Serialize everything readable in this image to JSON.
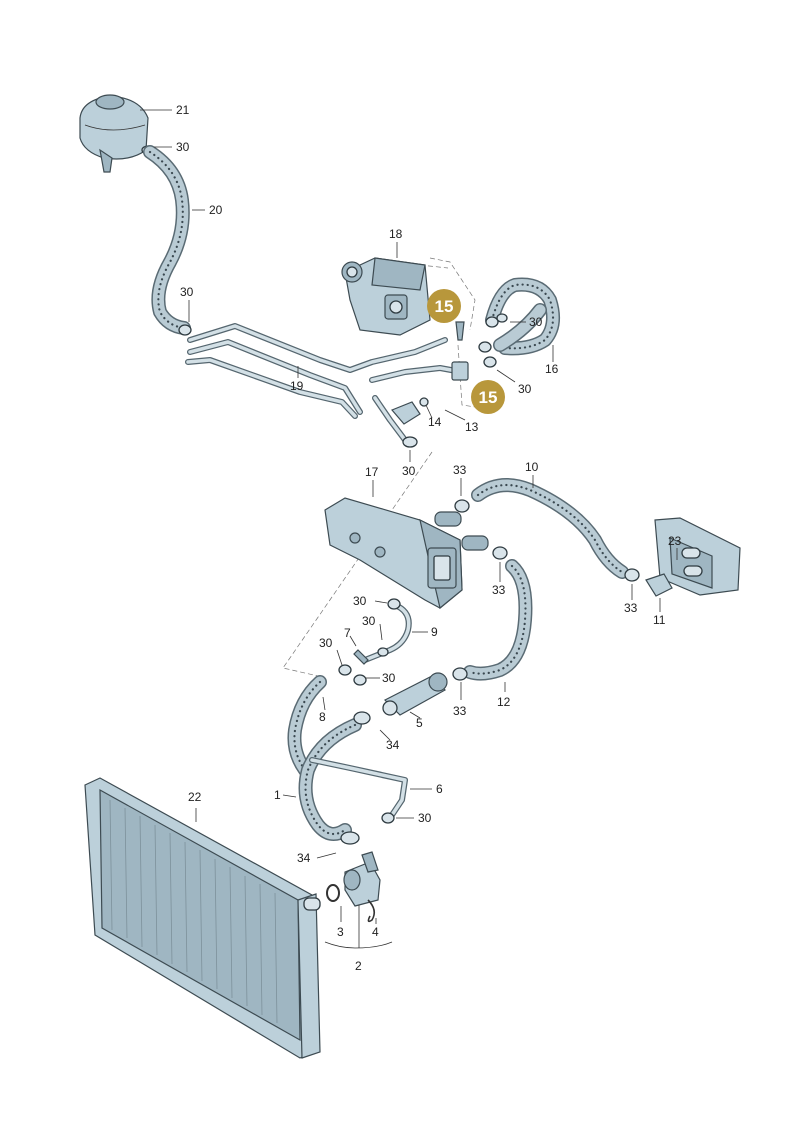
{
  "diagram": {
    "labels": {
      "l1": "1",
      "l2": "2",
      "l3": "3",
      "l4": "4",
      "l5": "5",
      "l6": "6",
      "l7": "7",
      "l8": "8",
      "l9": "9",
      "l10": "10",
      "l11": "11",
      "l12": "12",
      "l13": "13",
      "l14": "14",
      "l16": "16",
      "l17": "17",
      "l18": "18",
      "l19": "19",
      "l20": "20",
      "l21": "21",
      "l22": "22",
      "l23": "23",
      "l30a": "30",
      "l30b": "30",
      "l30c": "30",
      "l30d": "30",
      "l30e": "30",
      "l30f": "30",
      "l30g": "30",
      "l30h": "30",
      "l30i": "30",
      "l30j": "30",
      "l33a": "33",
      "l33b": "33",
      "l33c": "33",
      "l33d": "33",
      "l34a": "34",
      "l34b": "34"
    },
    "badges": {
      "b1": "15",
      "b2": "15"
    },
    "colors": {
      "part": "#bcd0da",
      "badge": "#b8973b",
      "line": "#333333"
    }
  }
}
